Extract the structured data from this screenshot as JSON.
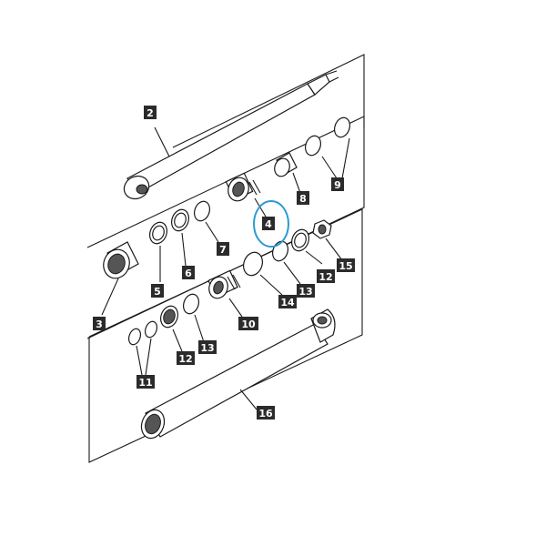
{
  "parts": [
    {
      "id": "p2",
      "label": "2"
    },
    {
      "id": "p3",
      "label": "3"
    },
    {
      "id": "p4",
      "label": "4"
    },
    {
      "id": "p5",
      "label": "5"
    },
    {
      "id": "p6",
      "label": "6"
    },
    {
      "id": "p7",
      "label": "7"
    },
    {
      "id": "p8",
      "label": "8"
    },
    {
      "id": "p9",
      "label": "9"
    },
    {
      "id": "p10",
      "label": "10"
    },
    {
      "id": "p11",
      "label": "11"
    },
    {
      "id": "p12a",
      "label": "12"
    },
    {
      "id": "p12b",
      "label": "12"
    },
    {
      "id": "p13a",
      "label": "13"
    },
    {
      "id": "p13b",
      "label": "13"
    },
    {
      "id": "p14",
      "label": "14"
    },
    {
      "id": "p15",
      "label": "15"
    },
    {
      "id": "p16",
      "label": "16"
    }
  ],
  "highlight": {
    "part": "4",
    "color": "#2a9bd3"
  }
}
